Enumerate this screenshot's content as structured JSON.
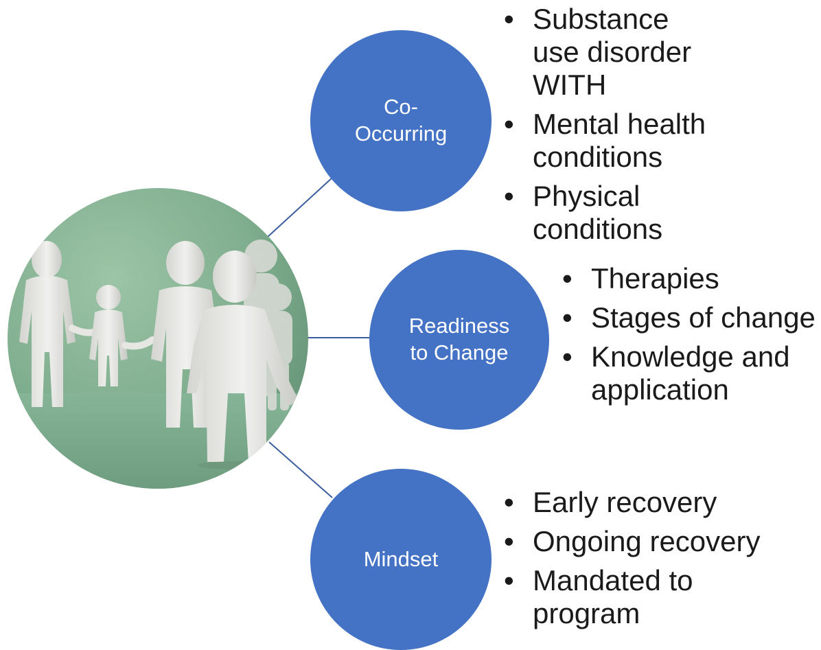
{
  "colors": {
    "node_fill": "#4472C4",
    "connector": "#3B5E9E",
    "photo_background": "#7FAE8E",
    "figure_color": "#E9E9E7",
    "text": "#1A1A1A"
  },
  "center_image": {
    "description_icon": "paper-people-family-photo"
  },
  "nodes": [
    {
      "label_lines": [
        "Co-",
        "Occurring"
      ],
      "bullets": [
        "Substance use disorder WITH",
        "Mental health conditions",
        "Physical conditions"
      ]
    },
    {
      "label_lines": [
        "Readiness",
        "to Change"
      ],
      "bullets": [
        "Therapies",
        "Stages of change",
        "Knowledge and application"
      ]
    },
    {
      "label_lines": [
        "Mindset"
      ],
      "bullets": [
        "Early recovery",
        "Ongoing recovery",
        "Mandated to program"
      ]
    }
  ]
}
